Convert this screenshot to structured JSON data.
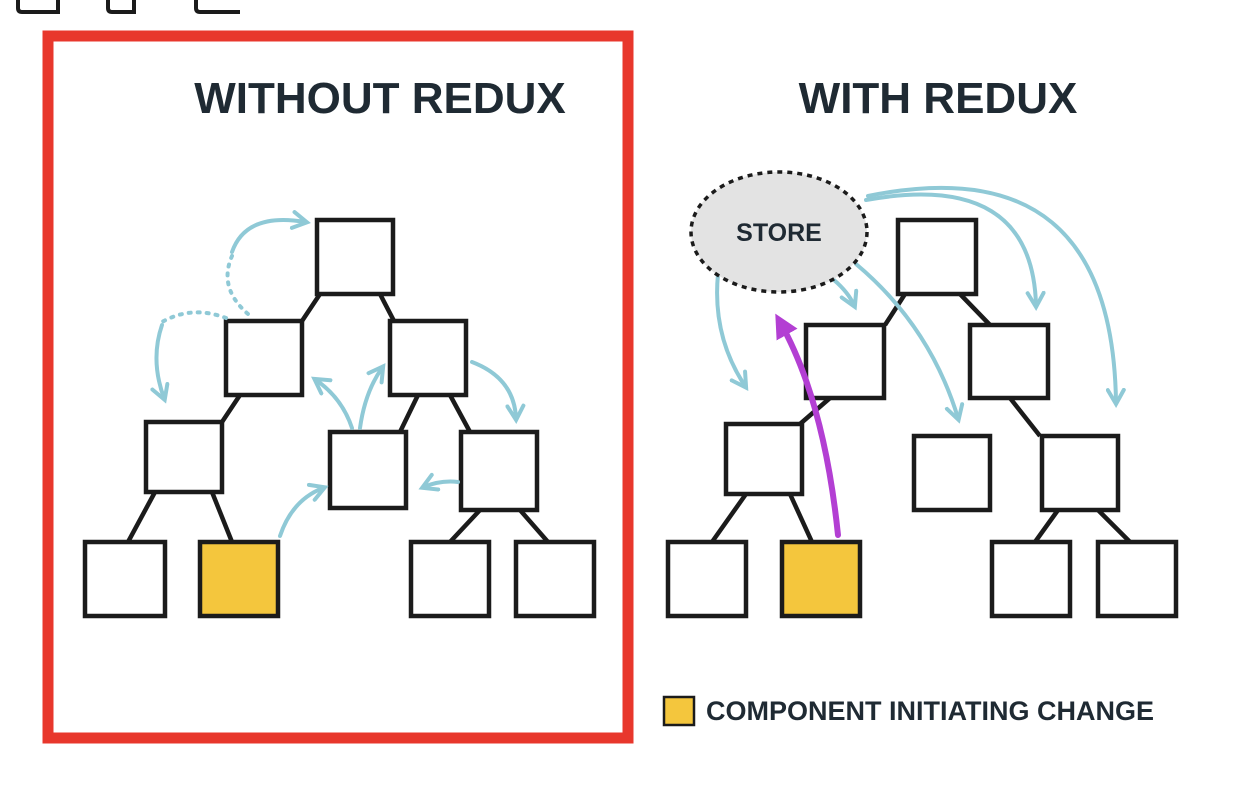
{
  "diagram": {
    "left_panel": {
      "title": "WITHOUT REDUX"
    },
    "right_panel": {
      "title": "WITH REDUX",
      "store_label": "STORE"
    },
    "legend": {
      "label": "COMPONENT INITIATING CHANGE"
    },
    "colors": {
      "highlight_frame": "#e8372c",
      "initiating_component": "#f4c63d",
      "state_flow_arrow": "#8fc9d6",
      "dispatch_arrow": "#b33fd3",
      "store_fill": "#e3e3e3"
    }
  }
}
